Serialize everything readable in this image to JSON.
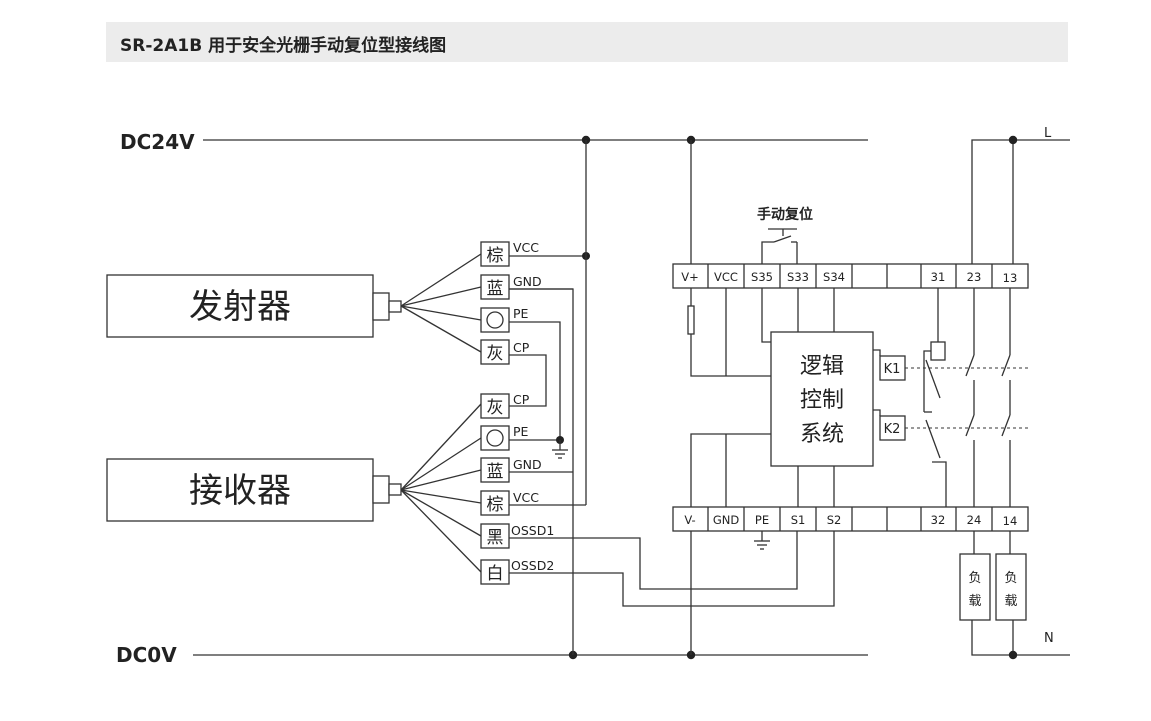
{
  "title": "SR-2A1B 用于安全光栅手动复位型接线图",
  "rails": {
    "top": "DC24V",
    "bottom": "DC0V"
  },
  "power": {
    "live": "L",
    "neutral": "N"
  },
  "emitter": {
    "label": "发射器",
    "wires": [
      {
        "color": "棕",
        "signal": "VCC"
      },
      {
        "color": "蓝",
        "signal": "GND"
      },
      {
        "color": "",
        "signal": "PE"
      },
      {
        "color": "灰",
        "signal": "CP"
      }
    ]
  },
  "receiver": {
    "label": "接收器",
    "wires": [
      {
        "color": "灰",
        "signal": "CP"
      },
      {
        "color": "",
        "signal": "PE"
      },
      {
        "color": "蓝",
        "signal": "GND"
      },
      {
        "color": "棕",
        "signal": "VCC"
      },
      {
        "color": "黑",
        "signal": "OSSD1"
      },
      {
        "color": "白",
        "signal": "OSSD2"
      }
    ]
  },
  "relay": {
    "reset_label": "手动复位",
    "top_terminals": [
      "V+",
      "VCC",
      "S35",
      "S33",
      "S34",
      "",
      "",
      "31",
      "23",
      "13"
    ],
    "bottom_terminals": [
      "V-",
      "GND",
      "PE",
      "S1",
      "S2",
      "",
      "",
      "32",
      "24",
      "14"
    ],
    "logic": [
      "逻辑",
      "控制",
      "系统"
    ],
    "k1": "K1",
    "k2": "K2"
  },
  "loads": [
    "负载",
    "负载"
  ]
}
